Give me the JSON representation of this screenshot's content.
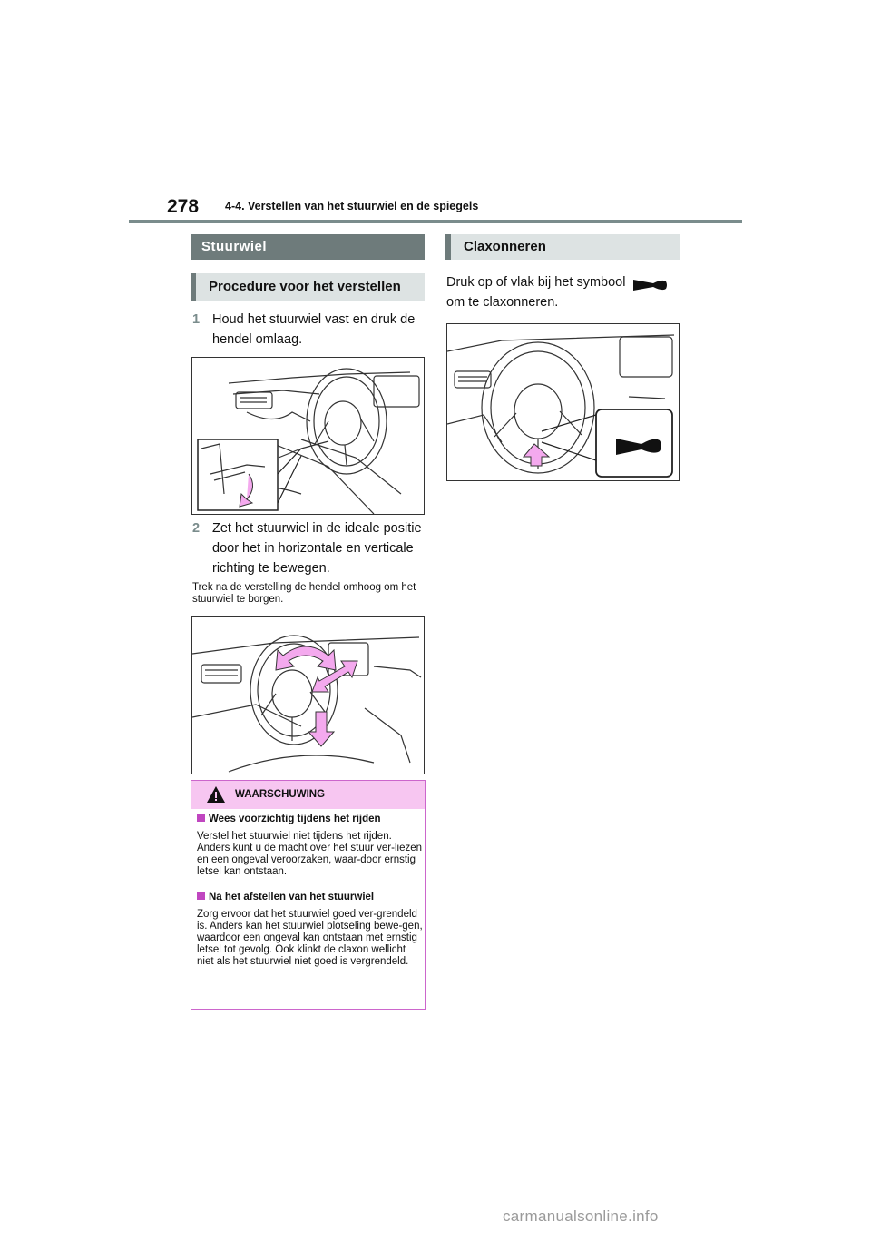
{
  "header": {
    "page_number": "278",
    "section_title": "4-4. Verstellen van het stuurwiel en de spiegels"
  },
  "left": {
    "heading_main": "Stuurwiel",
    "heading_sub": "Procedure voor het verstellen",
    "step1": {
      "num": "1",
      "text": "Houd het stuurwiel vast en druk de hendel omlaag."
    },
    "step2": {
      "num": "2",
      "text": "Zet het stuurwiel in de ideale positie door het in horizontale en verticale richting te bewegen."
    },
    "note": "Trek na de verstelling de hendel omhoog om het stuurwiel te borgen."
  },
  "warning": {
    "title": "WAARSCHUWING",
    "icon": "warning-triangle-icon",
    "items": [
      {
        "heading": "Wees voorzichtig tijdens het rijden",
        "body": "Verstel het stuurwiel niet tijdens het rijden. Anders kunt u de macht over het stuur ver-liezen en een ongeval veroorzaken, waar-door ernstig letsel kan ontstaan."
      },
      {
        "heading": "Na het afstellen van het stuurwiel",
        "body": "Zorg ervoor dat het stuurwiel goed ver-grendeld is. Anders kan het stuurwiel plotseling bewe-gen, waardoor een ongeval kan ontstaan met ernstig letsel tot gevolg. Ook klinkt de claxon wellicht niet als het stuurwiel niet goed is vergrendeld."
      }
    ]
  },
  "right": {
    "heading": "Claxonneren",
    "text_line1": "Druk op of vlak bij het symbool",
    "text_line2": "om te claxonneren.",
    "symbol_icon": "horn-icon"
  },
  "colors": {
    "bar_dark": "#6e7b7b",
    "bar_light": "#dde3e3",
    "warning_pink": "#f7c6f1",
    "warning_border": "#cc66cc",
    "arrow_pink": "#f4a9ee"
  },
  "watermark": "carmanualsonline.info"
}
